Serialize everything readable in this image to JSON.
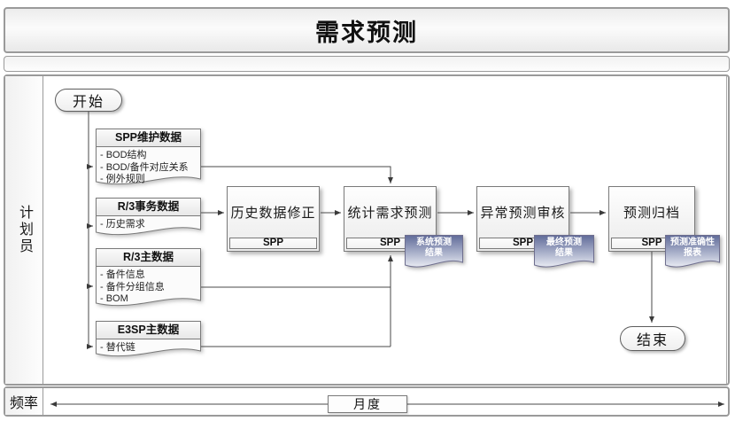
{
  "title": "需求预测",
  "swimlane": {
    "role": "计划员"
  },
  "frequency": {
    "label": "频率",
    "value": "月度"
  },
  "terminators": {
    "start": "开始",
    "end": "结束"
  },
  "data_docs": [
    {
      "title": "SPP维护数据",
      "items": [
        "- BOD结构",
        "- BOD/备件对应关系",
        "- 例外规则"
      ]
    },
    {
      "title": "R/3事务数据",
      "items": [
        "- 历史需求"
      ]
    },
    {
      "title": "R/3主数据",
      "items": [
        "- 备件信息",
        "- 备件分组信息",
        "- BOM"
      ]
    },
    {
      "title": "E3SP主数据",
      "items": [
        "- 替代链"
      ]
    }
  ],
  "processes": [
    {
      "label": "历史数据修正",
      "system": "SPP"
    },
    {
      "label": "统计需求预测",
      "system": "SPP"
    },
    {
      "label": "异常预测审核",
      "system": "SPP"
    },
    {
      "label": "预测归档",
      "system": "SPP"
    }
  ],
  "outputs": [
    {
      "line1": "系统预测",
      "line2": "结果"
    },
    {
      "line1": "最终预测",
      "line2": "结果"
    },
    {
      "line1": "预测准确性",
      "line2": "报表"
    }
  ],
  "colors": {
    "output_doc_top": "#606b99",
    "output_doc_mid": "#a9b0ca",
    "output_doc_bottom": "#e9ebf3",
    "shape_border": "#7a7a7a",
    "frame_border": "#9a9a9a",
    "connector": "#4a4a4a"
  }
}
